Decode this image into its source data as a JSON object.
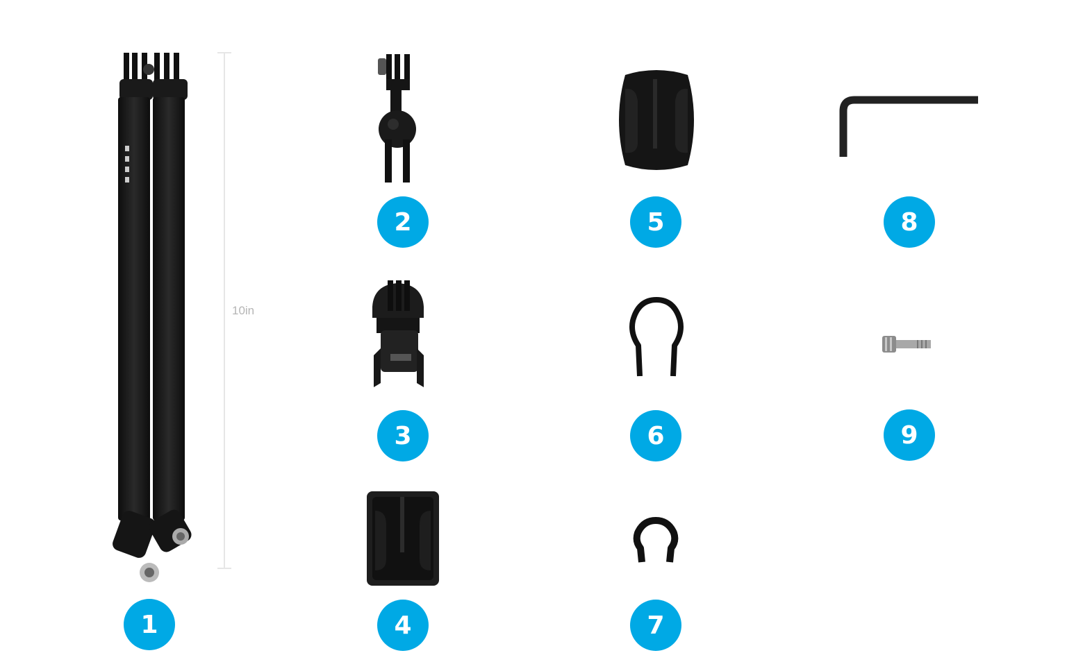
{
  "measurement": {
    "label": "10in"
  },
  "items": [
    {
      "number": "1",
      "icon": "extension-arm-icon"
    },
    {
      "number": "2",
      "icon": "ball-joint-buckle-icon"
    },
    {
      "number": "3",
      "icon": "vertical-buckle-icon"
    },
    {
      "number": "4",
      "icon": "square-adhesive-mount-icon"
    },
    {
      "number": "5",
      "icon": "flat-adhesive-mount-icon"
    },
    {
      "number": "6",
      "icon": "large-tube-clip-icon"
    },
    {
      "number": "7",
      "icon": "small-tube-clip-icon"
    },
    {
      "number": "8",
      "icon": "hex-wrench-icon"
    },
    {
      "number": "9",
      "icon": "thumb-screw-icon"
    }
  ],
  "colors": {
    "badge": "#00a9e5",
    "badge_text": "#ffffff",
    "part": "#1b1b1b",
    "ruler": "#e6e6e6"
  }
}
